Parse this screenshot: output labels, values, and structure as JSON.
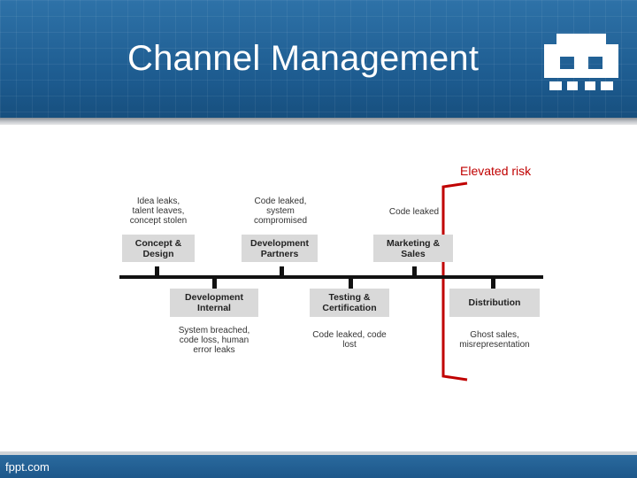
{
  "slide": {
    "title": "Channel Management",
    "footer": "fppt.com",
    "logo_icon": "space-invader-icon"
  },
  "diagram": {
    "risk_label": "Elevated risk",
    "risk_color": "#c00000",
    "stages_top": [
      {
        "label": "Concept &\nDesign",
        "note": "Idea leaks,\ntalent leaves,\nconcept stolen"
      },
      {
        "label": "Development\nPartners",
        "note": "Code leaked,\nsystem\ncompromised"
      },
      {
        "label": "Marketing &\nSales",
        "note": "Code leaked"
      }
    ],
    "stages_bottom": [
      {
        "label": "Development\nInternal",
        "note": "System breached,\ncode loss, human\nerror leaks"
      },
      {
        "label": "Testing &\nCertification",
        "note": "Code leaked, code\nlost"
      },
      {
        "label": "Distribution",
        "note": "Ghost sales,\nmisrepresentation"
      }
    ]
  }
}
